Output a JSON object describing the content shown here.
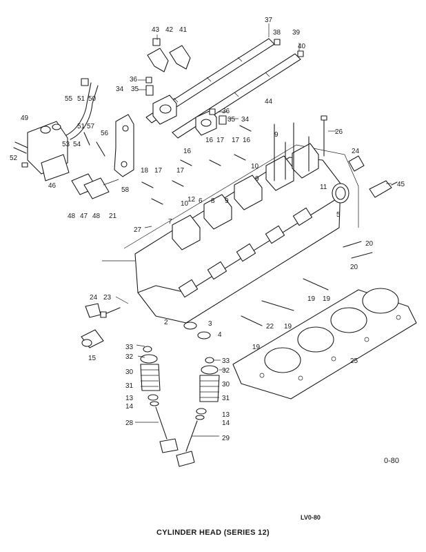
{
  "caption": "CYLINDER HEAD (SERIES 12)",
  "drawing_code": "LV0-80",
  "figure_number": "0-80",
  "part_labels": [
    {
      "id": "p43",
      "text": "43"
    },
    {
      "id": "p42",
      "text": "42"
    },
    {
      "id": "p41",
      "text": "41"
    },
    {
      "id": "p37",
      "text": "37"
    },
    {
      "id": "p38",
      "text": "38"
    },
    {
      "id": "p39",
      "text": "39"
    },
    {
      "id": "p40",
      "text": "40"
    },
    {
      "id": "p36a",
      "text": "36"
    },
    {
      "id": "p34a",
      "text": "34"
    },
    {
      "id": "p35a",
      "text": "35"
    },
    {
      "id": "p55",
      "text": "55"
    },
    {
      "id": "p51a",
      "text": "51"
    },
    {
      "id": "p50",
      "text": "50"
    },
    {
      "id": "p49",
      "text": "49"
    },
    {
      "id": "p51b",
      "text": "51"
    },
    {
      "id": "p57",
      "text": "57"
    },
    {
      "id": "p56",
      "text": "56"
    },
    {
      "id": "p53",
      "text": "53"
    },
    {
      "id": "p54",
      "text": "54"
    },
    {
      "id": "p52",
      "text": "52"
    },
    {
      "id": "p46",
      "text": "46"
    },
    {
      "id": "p58",
      "text": "58"
    },
    {
      "id": "p48a",
      "text": "48"
    },
    {
      "id": "p47",
      "text": "47"
    },
    {
      "id": "p48b",
      "text": "48"
    },
    {
      "id": "p21",
      "text": "21"
    },
    {
      "id": "p44",
      "text": "44"
    },
    {
      "id": "p36b",
      "text": "36"
    },
    {
      "id": "p35b",
      "text": "35"
    },
    {
      "id": "p34b",
      "text": "34"
    },
    {
      "id": "p16a",
      "text": "16"
    },
    {
      "id": "p17a",
      "text": "17"
    },
    {
      "id": "p17b",
      "text": "17"
    },
    {
      "id": "p16b",
      "text": "16"
    },
    {
      "id": "p9a",
      "text": "9"
    },
    {
      "id": "p26",
      "text": "26"
    },
    {
      "id": "p24a",
      "text": "24"
    },
    {
      "id": "p16c",
      "text": "16"
    },
    {
      "id": "p18",
      "text": "18"
    },
    {
      "id": "p17c",
      "text": "17"
    },
    {
      "id": "p17d",
      "text": "17"
    },
    {
      "id": "p10a",
      "text": "10"
    },
    {
      "id": "p9b",
      "text": "9"
    },
    {
      "id": "p11",
      "text": "11"
    },
    {
      "id": "p45",
      "text": "45"
    },
    {
      "id": "p12",
      "text": "12"
    },
    {
      "id": "p10b",
      "text": "10"
    },
    {
      "id": "p6",
      "text": "6"
    },
    {
      "id": "p8",
      "text": "8"
    },
    {
      "id": "p9c",
      "text": "9"
    },
    {
      "id": "p5",
      "text": "5"
    },
    {
      "id": "p27",
      "text": "27"
    },
    {
      "id": "p7",
      "text": "7"
    },
    {
      "id": "p20a",
      "text": "20"
    },
    {
      "id": "p20b",
      "text": "20"
    },
    {
      "id": "p24b",
      "text": "24"
    },
    {
      "id": "p23",
      "text": "23"
    },
    {
      "id": "p19a",
      "text": "19"
    },
    {
      "id": "p19b",
      "text": "19"
    },
    {
      "id": "p2",
      "text": "2"
    },
    {
      "id": "p3",
      "text": "3"
    },
    {
      "id": "p22",
      "text": "22"
    },
    {
      "id": "p19c",
      "text": "19"
    },
    {
      "id": "p4",
      "text": "4"
    },
    {
      "id": "p15",
      "text": "15"
    },
    {
      "id": "p19d",
      "text": "19"
    },
    {
      "id": "p25",
      "text": "25"
    },
    {
      "id": "p33a",
      "text": "33"
    },
    {
      "id": "p32a",
      "text": "32"
    },
    {
      "id": "p30a",
      "text": "30"
    },
    {
      "id": "p31a",
      "text": "31"
    },
    {
      "id": "p13a",
      "text": "13"
    },
    {
      "id": "p14a",
      "text": "14"
    },
    {
      "id": "p28",
      "text": "28"
    },
    {
      "id": "p33b",
      "text": "33"
    },
    {
      "id": "p32b",
      "text": "32"
    },
    {
      "id": "p30b",
      "text": "30"
    },
    {
      "id": "p31b",
      "text": "31"
    },
    {
      "id": "p13b",
      "text": "13"
    },
    {
      "id": "p14b",
      "text": "14"
    },
    {
      "id": "p29",
      "text": "29"
    }
  ]
}
